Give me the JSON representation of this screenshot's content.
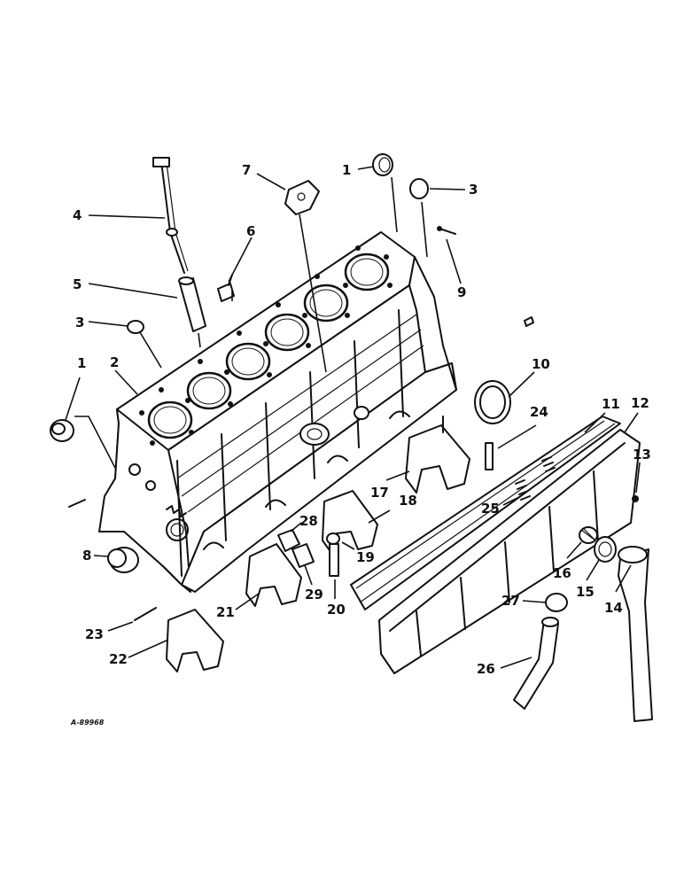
{
  "drawing_code": "A-89968",
  "callouts": [
    {
      "id": "c1a",
      "label": "1"
    },
    {
      "id": "c1b",
      "label": "1"
    },
    {
      "id": "c2",
      "label": "2"
    },
    {
      "id": "c3a",
      "label": "3"
    },
    {
      "id": "c3b",
      "label": "3"
    },
    {
      "id": "c4",
      "label": "4"
    },
    {
      "id": "c5",
      "label": "5"
    },
    {
      "id": "c6",
      "label": "6"
    },
    {
      "id": "c7",
      "label": "7"
    },
    {
      "id": "c8",
      "label": "8"
    },
    {
      "id": "c9",
      "label": "9"
    },
    {
      "id": "c10",
      "label": "10"
    },
    {
      "id": "c11",
      "label": "11"
    },
    {
      "id": "c12",
      "label": "12"
    },
    {
      "id": "c13",
      "label": "13"
    },
    {
      "id": "c14",
      "label": "14"
    },
    {
      "id": "c15",
      "label": "15"
    },
    {
      "id": "c16",
      "label": "16"
    },
    {
      "id": "c17",
      "label": "17"
    },
    {
      "id": "c18",
      "label": "18"
    },
    {
      "id": "c19",
      "label": "19"
    },
    {
      "id": "c20",
      "label": "20"
    },
    {
      "id": "c21",
      "label": "21"
    },
    {
      "id": "c22",
      "label": "22"
    },
    {
      "id": "c23",
      "label": "23"
    },
    {
      "id": "c24",
      "label": "24"
    },
    {
      "id": "c25",
      "label": "25"
    },
    {
      "id": "c26",
      "label": "26"
    },
    {
      "id": "c27",
      "label": "27"
    },
    {
      "id": "c28",
      "label": "28"
    },
    {
      "id": "c29",
      "label": "29"
    }
  ]
}
